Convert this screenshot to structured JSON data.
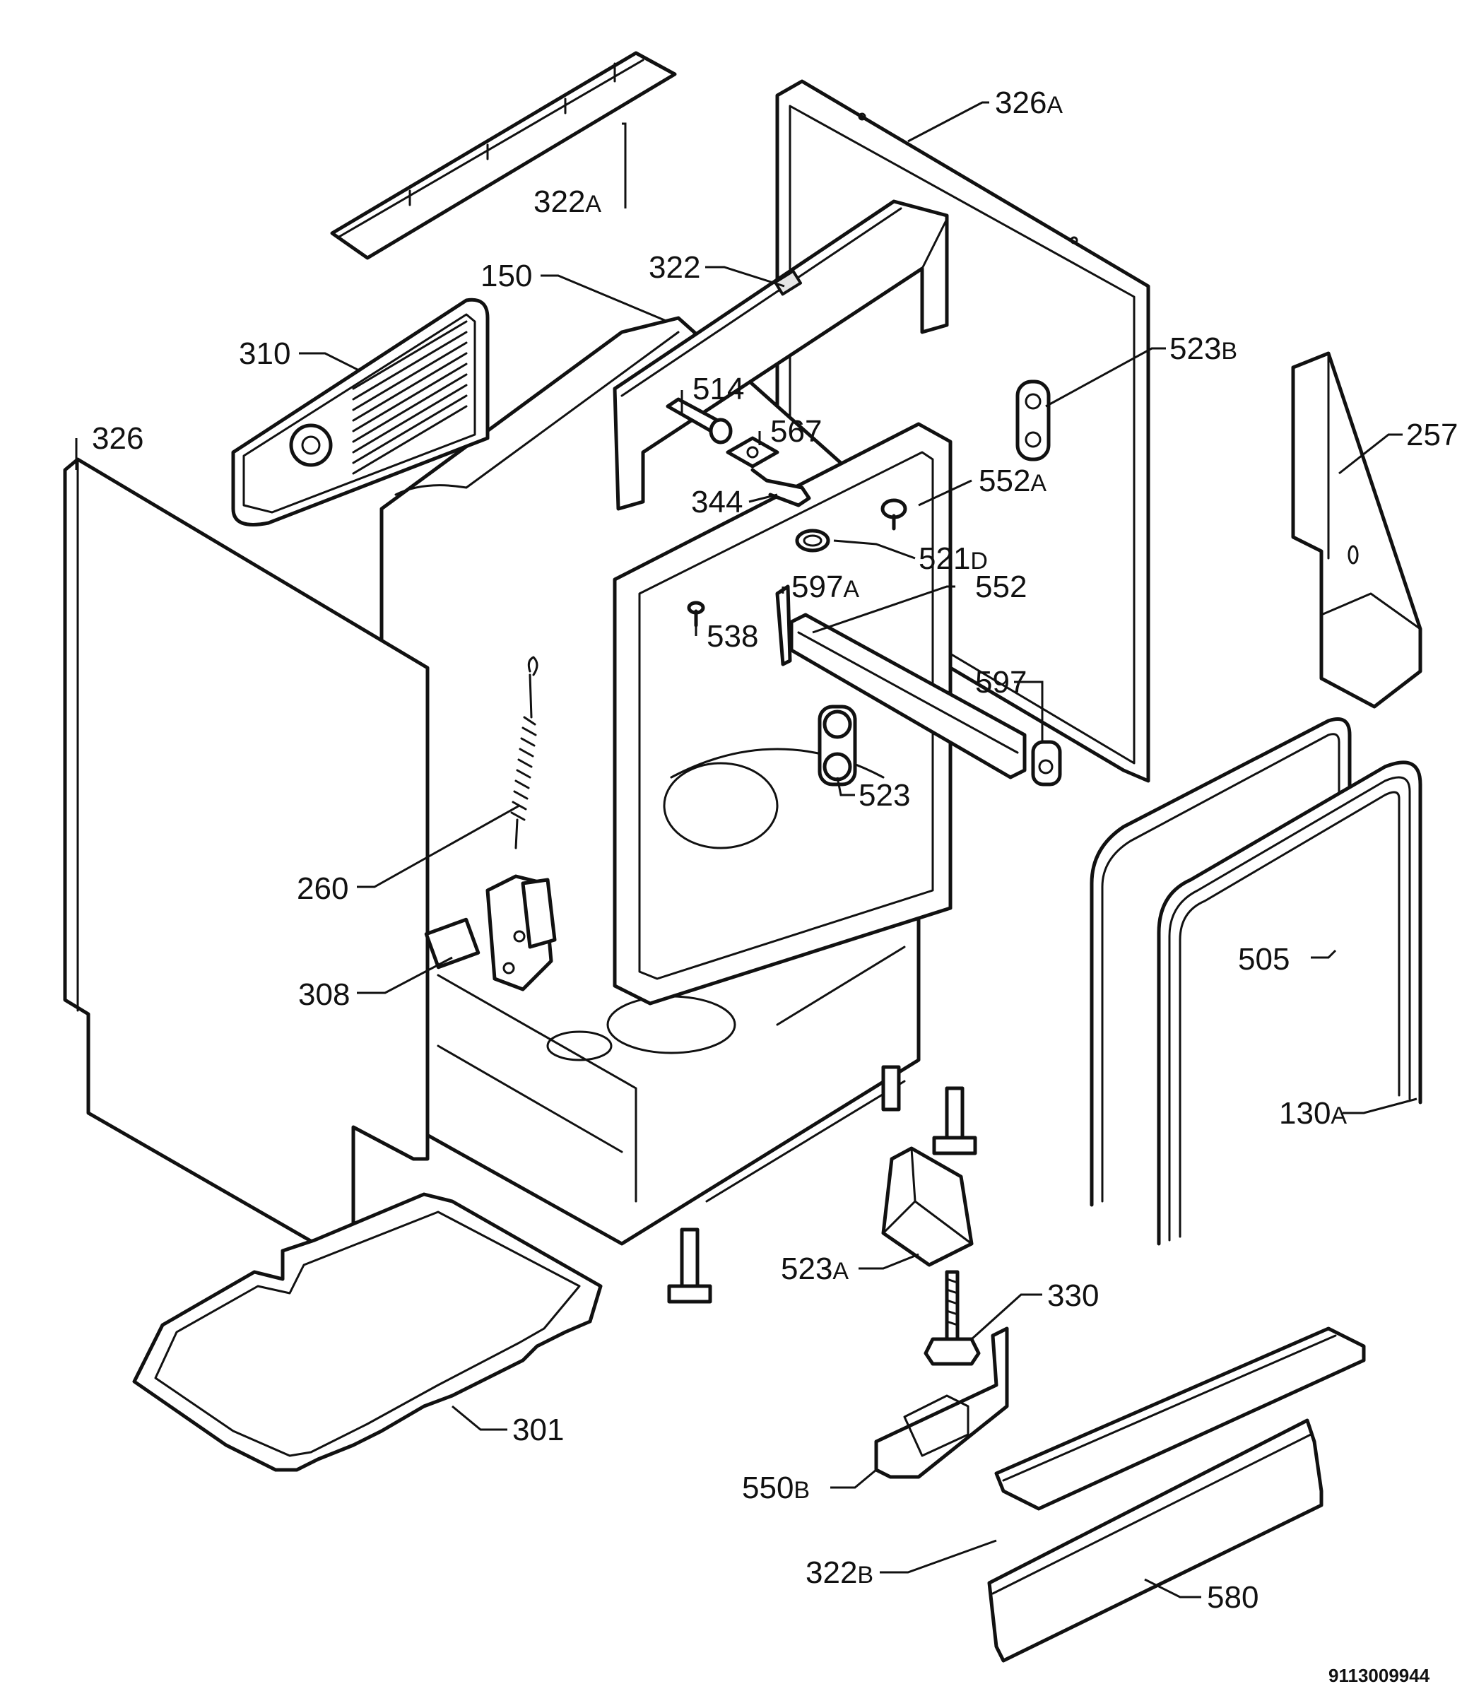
{
  "diagram": {
    "document_number": "9113009944",
    "callouts": [
      {
        "id": "322a",
        "number": "322",
        "suffix": "A"
      },
      {
        "id": "326a",
        "number": "326",
        "suffix": "A"
      },
      {
        "id": "150",
        "number": "150",
        "suffix": ""
      },
      {
        "id": "322",
        "number": "322",
        "suffix": ""
      },
      {
        "id": "310",
        "number": "310",
        "suffix": ""
      },
      {
        "id": "523b",
        "number": "523",
        "suffix": "B"
      },
      {
        "id": "514",
        "number": "514",
        "suffix": ""
      },
      {
        "id": "567",
        "number": "567",
        "suffix": ""
      },
      {
        "id": "326",
        "number": "326",
        "suffix": ""
      },
      {
        "id": "257",
        "number": "257",
        "suffix": ""
      },
      {
        "id": "552a",
        "number": "552",
        "suffix": "A"
      },
      {
        "id": "344",
        "number": "344",
        "suffix": ""
      },
      {
        "id": "521d",
        "number": "521",
        "suffix": "D"
      },
      {
        "id": "597a",
        "number": "597",
        "suffix": "A"
      },
      {
        "id": "552",
        "number": "552",
        "suffix": ""
      },
      {
        "id": "538",
        "number": "538",
        "suffix": ""
      },
      {
        "id": "597",
        "number": "597",
        "suffix": ""
      },
      {
        "id": "523",
        "number": "523",
        "suffix": ""
      },
      {
        "id": "260",
        "number": "260",
        "suffix": ""
      },
      {
        "id": "505",
        "number": "505",
        "suffix": ""
      },
      {
        "id": "308",
        "number": "308",
        "suffix": ""
      },
      {
        "id": "130a",
        "number": "130",
        "suffix": "A"
      },
      {
        "id": "523a",
        "number": "523",
        "suffix": "A"
      },
      {
        "id": "330",
        "number": "330",
        "suffix": ""
      },
      {
        "id": "301",
        "number": "301",
        "suffix": ""
      },
      {
        "id": "550b",
        "number": "550",
        "suffix": "B"
      },
      {
        "id": "322b",
        "number": "322",
        "suffix": "B"
      },
      {
        "id": "580",
        "number": "580",
        "suffix": ""
      }
    ]
  }
}
